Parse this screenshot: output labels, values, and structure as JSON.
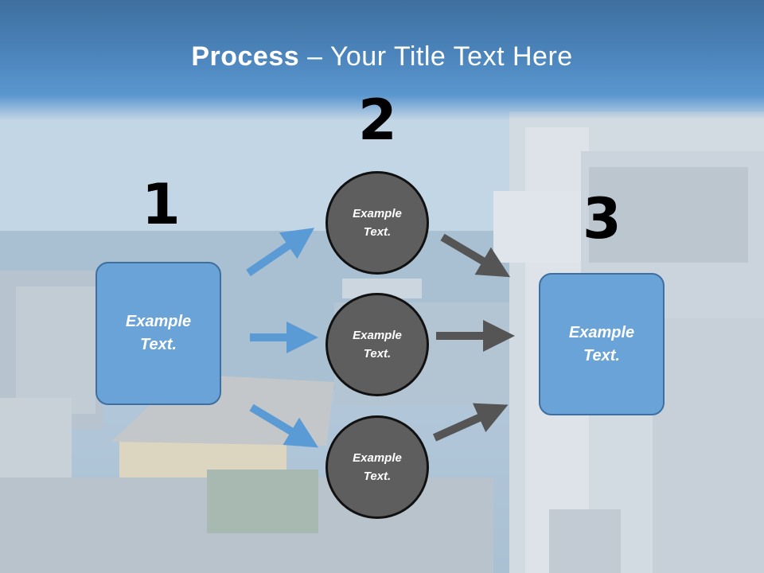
{
  "title": {
    "bold": "Process",
    "rest": " – Your Title Text Here"
  },
  "steps": {
    "step1_number": "1",
    "step2_number": "2",
    "step3_number": "3"
  },
  "boxes": {
    "left": "Example\nText.",
    "right": "Example\nText."
  },
  "circles": [
    "Example\nText.",
    "Example\nText.",
    "Example\nText."
  ],
  "colors": {
    "box_fill": "#6aa3d8",
    "box_border": "#3f6f9f",
    "circle_fill": "#5e5e5e",
    "blue_arrow": "#5b9bd5",
    "gray_arrow": "#555555",
    "banner": "#4b84bb"
  }
}
